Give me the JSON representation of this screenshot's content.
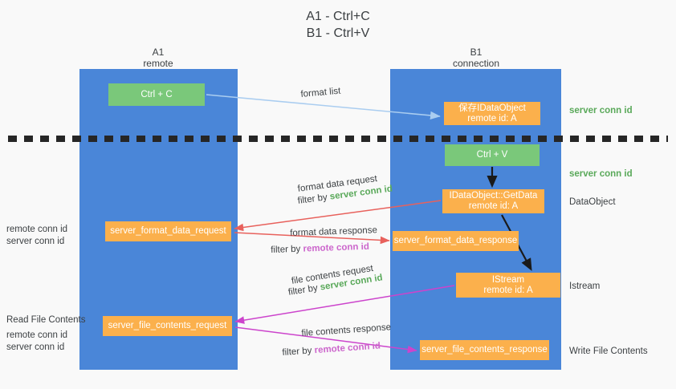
{
  "title": {
    "line1": "A1 - Ctrl+C",
    "line2": "B1 - Ctrl+V"
  },
  "lanes": {
    "a": {
      "name": "A1",
      "role": "remote"
    },
    "b": {
      "name": "B1",
      "role": "connection"
    }
  },
  "boxes": {
    "ctrl_c": "Ctrl + C",
    "save_dataobject_l1": "保存IDataObject",
    "save_dataobject_l2": "remote id: A",
    "ctrl_v": "Ctrl + V",
    "getdata_l1": "IDataObject::GetData",
    "getdata_l2": "remote id: A",
    "server_format_data_request": "server_format_data_request",
    "server_format_data_response": "server_format_data_response",
    "istream_l1": "IStream",
    "istream_l2": "remote id: A",
    "server_file_contents_request": "server_file_contents_request",
    "server_file_contents_response": "server_file_contents_response"
  },
  "edge_labels": {
    "format_list": "format list",
    "format_data_request": "format data request",
    "format_data_request_filter_prefix": "filter by ",
    "format_data_request_filter_value": "server conn id",
    "format_data_response": "format data response",
    "format_data_response_filter_prefix": "filter by ",
    "format_data_response_filter_value": "remote conn id",
    "file_contents_request": "file contents request",
    "file_contents_request_filter_prefix": "filter by ",
    "file_contents_request_filter_value": "server conn id",
    "file_contents_response": "file contents response",
    "file_contents_response_filter_prefix": "filter by ",
    "file_contents_response_filter_value": "remote conn id"
  },
  "annotations": {
    "server_conn_id_top": "server conn id",
    "server_conn_id_mid": "server conn id",
    "dataobject": "DataObject",
    "istream": "Istream",
    "write_file_contents": "Write File Contents",
    "read_file_contents": "Read File Contents",
    "remote_conn_id_mid": "remote conn id",
    "server_conn_id_left_mid": "server conn id",
    "remote_conn_id_bottom": "remote conn id",
    "server_conn_id_left_bottom": "server conn id"
  },
  "colors": {
    "lane": "#4a86d8",
    "green_box": "#7ac87a",
    "orange_box": "#fbb04c",
    "background": "#f9f9f9",
    "server_conn_id_text": "#5aa95a",
    "remote_conn_id_text": "#cc66cc",
    "format_list_arrow": "#aacdf0",
    "format_data_arrow": "#e8615c",
    "file_contents_arrow": "#cc44cc",
    "internal_arrow": "#1a1a1a",
    "dashed_line": "#262626"
  }
}
